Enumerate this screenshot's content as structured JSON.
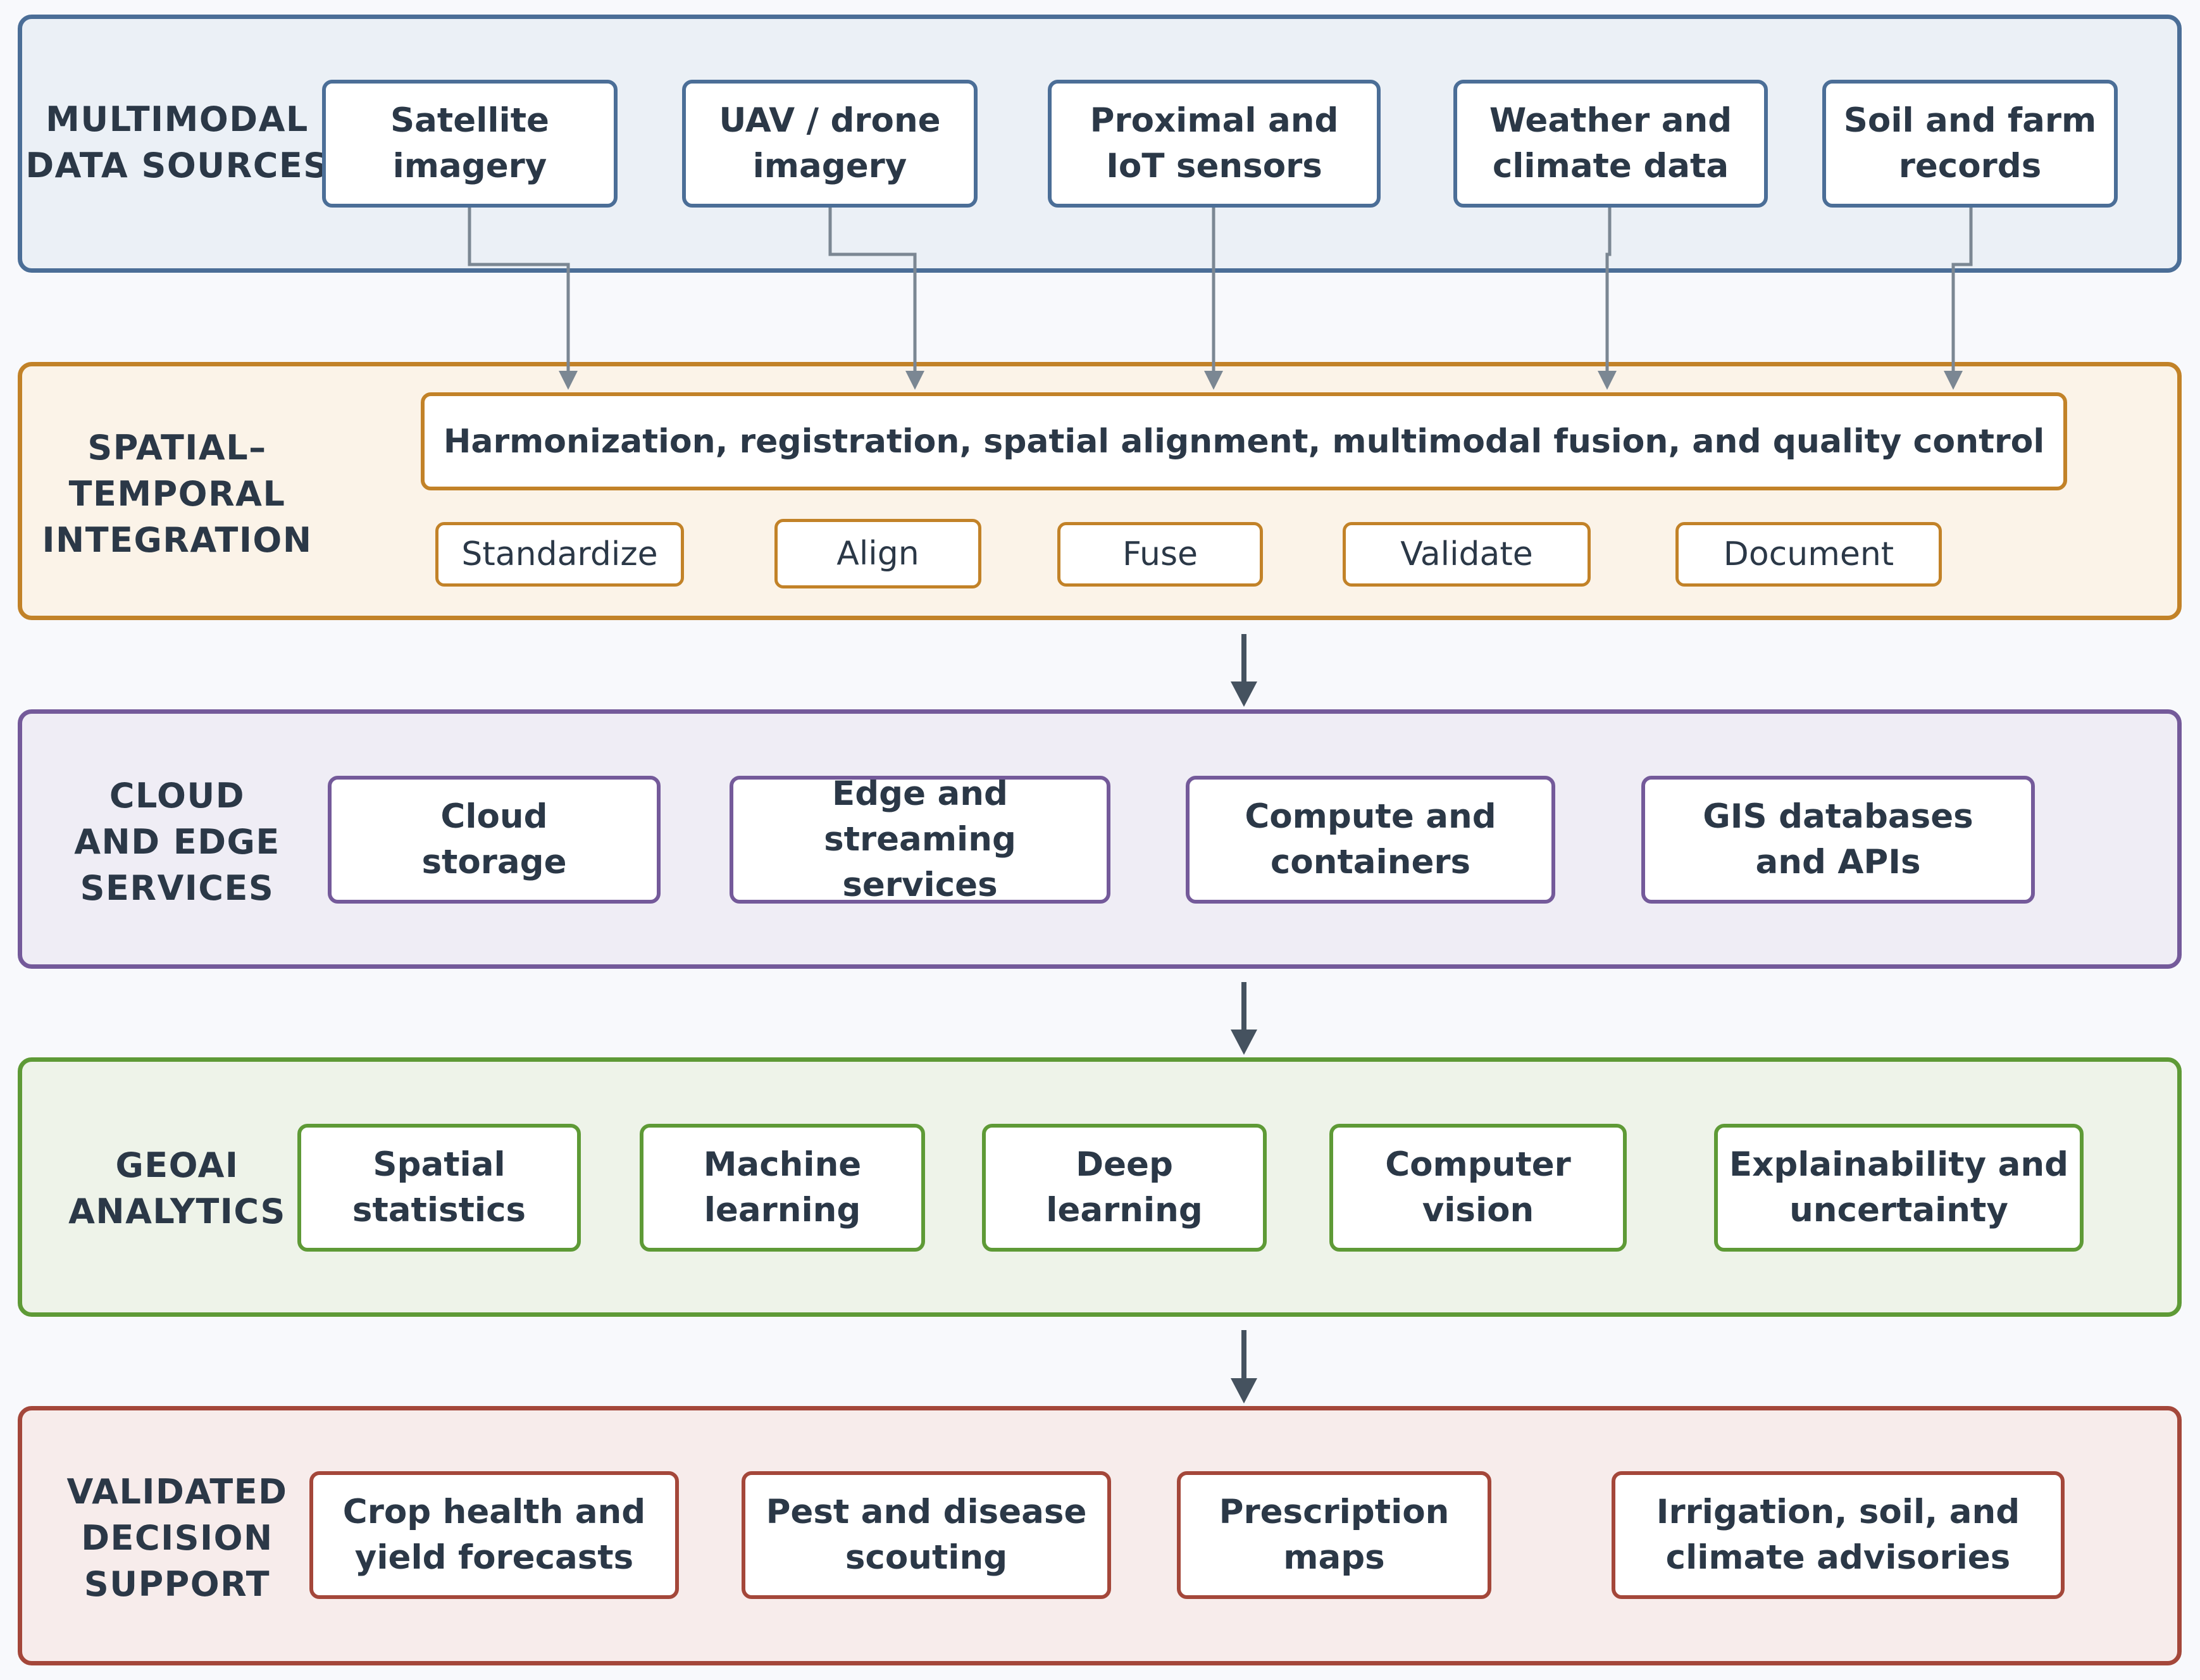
{
  "colors": {
    "sources": "#4b6e97",
    "integration": "#c28228",
    "cloud": "#745a9a",
    "analytics": "#5e9a36",
    "decision": "#a4473a",
    "connector": "#7b8793",
    "flow_arrow": "#45525f"
  },
  "layers": {
    "sources": {
      "label": "MULTIMODAL\nDATA SOURCES",
      "items": [
        "Satellite\nimagery",
        "UAV / drone\nimagery",
        "Proximal and\nIoT sensors",
        "Weather and\nclimate data",
        "Soil and farm\nrecords"
      ]
    },
    "integration": {
      "label": "SPATIAL–\nTEMPORAL\nINTEGRATION",
      "banner": "Harmonization, registration, spatial alignment, multimodal fusion, and quality control",
      "steps": [
        "Standardize",
        "Align",
        "Fuse",
        "Validate",
        "Document"
      ]
    },
    "cloud": {
      "label": "CLOUD\nAND EDGE\nSERVICES",
      "items": [
        "Cloud\nstorage",
        "Edge and streaming\nservices",
        "Compute and\ncontainers",
        "GIS databases\nand APIs"
      ]
    },
    "analytics": {
      "label": "GEOAI\nANALYTICS",
      "items": [
        "Spatial\nstatistics",
        "Machine\nlearning",
        "Deep\nlearning",
        "Computer\nvision",
        "Explainability and\nuncertainty"
      ]
    },
    "decision": {
      "label": "VALIDATED\nDECISION\nSUPPORT",
      "items": [
        "Crop health and\nyield forecasts",
        "Pest and disease\nscouting",
        "Prescription\nmaps",
        "Irrigation, soil, and\nclimate advisories"
      ]
    }
  }
}
